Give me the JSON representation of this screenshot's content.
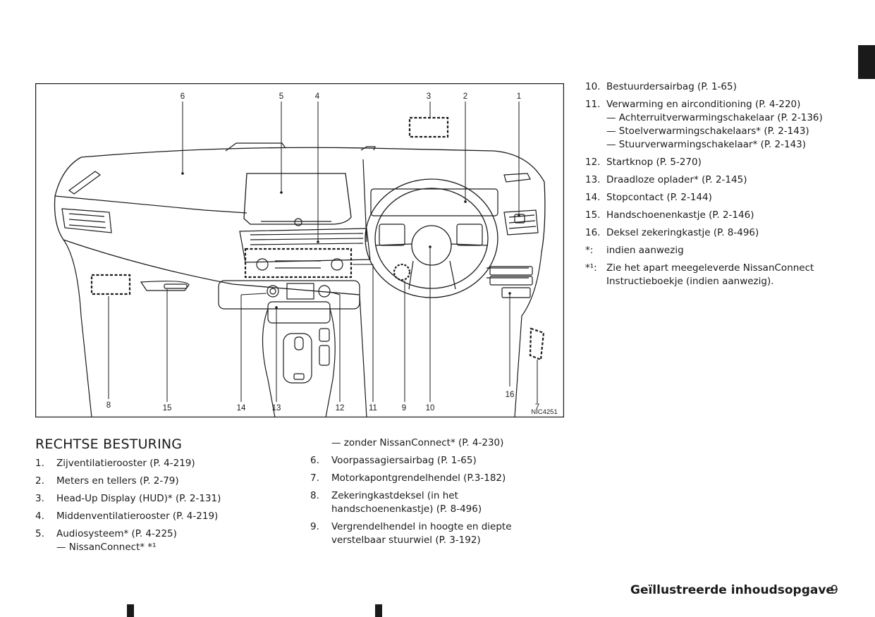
{
  "figure": {
    "callouts": {
      "c1": "1",
      "c2": "2",
      "c3": "3",
      "c4": "4",
      "c5": "5",
      "c6": "6",
      "c7": "7",
      "c8": "8",
      "c9": "9",
      "c10": "10",
      "c11": "11",
      "c12": "12",
      "c13": "13",
      "c14": "14",
      "c15": "15",
      "c16": "16"
    },
    "code": "NIC4251"
  },
  "section_title": "RECHTSE BESTURING",
  "items": {
    "i1": {
      "num": "1.",
      "text": "Zijventilatierooster (P. 4-219)"
    },
    "i2": {
      "num": "2.",
      "text": "Meters en tellers (P. 2-79)"
    },
    "i3": {
      "num": "3.",
      "text": "Head-Up Display (HUD)* (P. 2-131)"
    },
    "i4": {
      "num": "4.",
      "text": "Middenventilatierooster (P. 4-219)"
    },
    "i5": {
      "num": "5.",
      "text": "Audiosysteem* (P. 4-225)",
      "sub1": "— NissanConnect* *¹",
      "sub2": "— zonder NissanConnect* (P. 4-230)"
    },
    "i6": {
      "num": "6.",
      "text": "Voorpassagiersairbag (P. 1-65)"
    },
    "i7": {
      "num": "7.",
      "text": "Motorkapontgrendelhendel (P.3-182)"
    },
    "i8": {
      "num": "8.",
      "line1": "Zekeringkastdeksel (in het",
      "line2": "handschoenenkastje) (P. 8-496)"
    },
    "i9": {
      "num": "9.",
      "line1": "Vergrendelhendel in hoogte en diepte",
      "line2": "verstelbaar stuurwiel (P. 3-192)"
    },
    "i10": {
      "num": "10.",
      "text": "Bestuurdersairbag (P. 1-65)"
    },
    "i11": {
      "num": "11.",
      "text": "Verwarming en airconditioning (P. 4-220)",
      "sub1": "— Achterruitverwarmingschakelaar (P. 2-136)",
      "sub2": "— Stoelverwarmingschakelaars* (P. 2-143)",
      "sub3": "— Stuurverwarmingschakelaar* (P. 2-143)"
    },
    "i12": {
      "num": "12.",
      "text": "Startknop (P. 5-270)"
    },
    "i13": {
      "num": "13.",
      "text": "Draadloze oplader* (P. 2-145)"
    },
    "i14": {
      "num": "14.",
      "text": "Stopcontact (P. 2-144)"
    },
    "i15": {
      "num": "15.",
      "text": "Handschoenenkastje (P. 2-146)"
    },
    "i16": {
      "num": "16.",
      "text": "Deksel zekeringkastje (P. 8-496)"
    },
    "note1": {
      "mark": "*:",
      "text": "indien aanwezig"
    },
    "note2": {
      "mark": "*¹:",
      "line1": "Zie het apart meegeleverde NissanConnect",
      "line2": "Instructieboekje (indien aanwezig)."
    }
  },
  "footer": {
    "title": "Geïllustreerde inhoudsopgave",
    "page": "9"
  }
}
